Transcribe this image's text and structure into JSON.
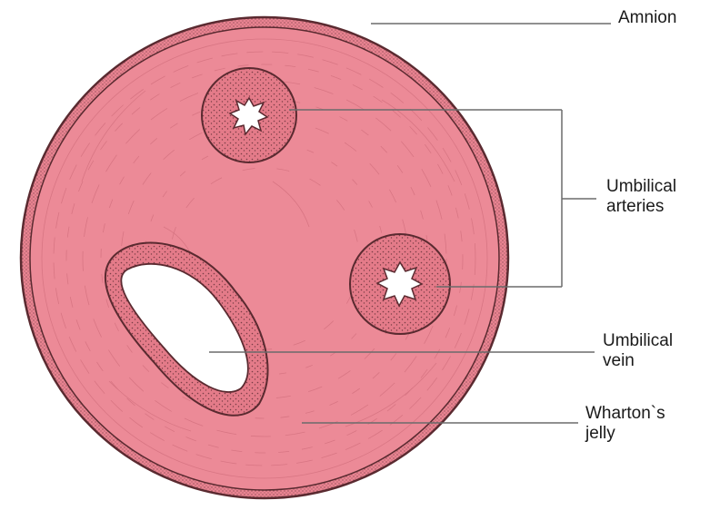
{
  "labels": {
    "amnion": "Amnion",
    "arteries_line1": "Umbilical",
    "arteries_line2": "arteries",
    "vein_line1": "Umbilical",
    "vein_line2": "vein",
    "jelly_line1": "Wharton`s",
    "jelly_line2": "jelly"
  },
  "colors": {
    "tissue": "#ec8a97",
    "tissue_light": "#f3a9b3",
    "rim": "#e47b89",
    "outline": "#5a2a30",
    "stipple": "#7a3d46",
    "lumen": "#ffffff",
    "leader_line": "#6b6b6b"
  }
}
